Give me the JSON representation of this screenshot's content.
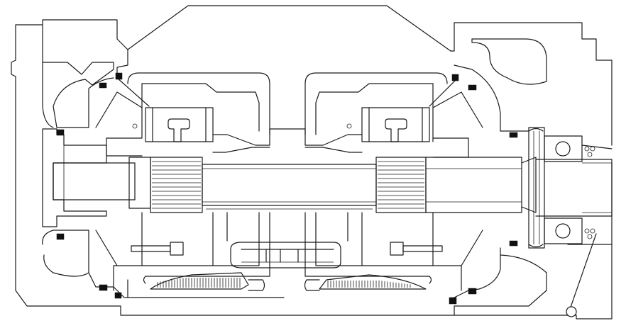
{
  "diagram": {
    "kind": "mechanical cross-section",
    "colors": {
      "line": "#1a1a1a",
      "fill_seal": "#111111",
      "background": "#ffffff"
    },
    "components": [
      "housing",
      "main-shaft",
      "left-spline-gear",
      "right-spline-gear",
      "left-bearing-block",
      "right-bearing-block",
      "right-ball-bearing-top",
      "right-ball-bearing-bottom",
      "left-lower-gear-teeth",
      "right-lower-gear-teeth",
      "center-lower-link",
      "left-adjust-bolt",
      "right-adjust-bolt",
      "seal-rings"
    ]
  }
}
